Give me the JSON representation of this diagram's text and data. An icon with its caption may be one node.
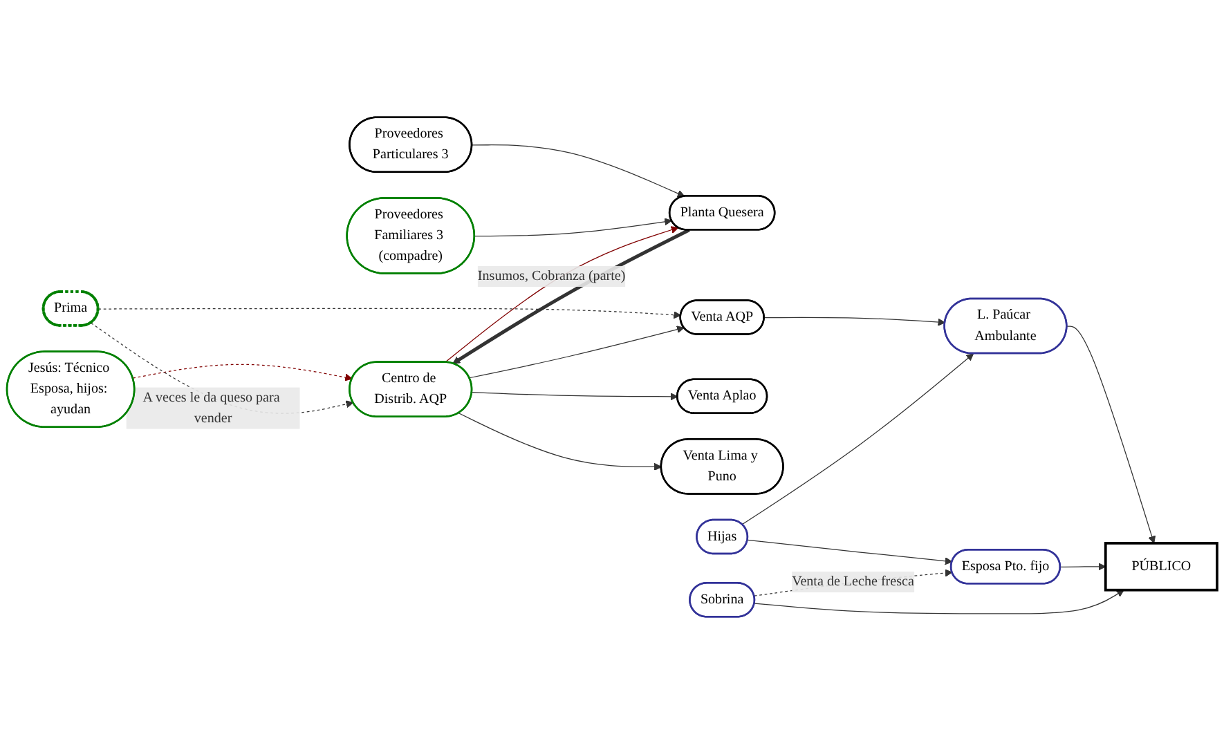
{
  "diagram": {
    "nodes": [
      {
        "text": [
          "Proveedores Particulares 3"
        ]
      },
      {
        "text": [
          "Proveedores Familiares 3 (compadre)"
        ]
      },
      {
        "text": [
          "Planta Quesera"
        ]
      },
      {
        "text": [
          "Jesús: Técnico Esposa, hijos: ayudan"
        ]
      },
      {
        "text": [
          "Centro de Distrib. AQP"
        ]
      },
      {
        "text": [
          "Prima"
        ]
      },
      {
        "text": [
          "Venta AQP"
        ]
      },
      {
        "text": [
          "Venta Aplao"
        ]
      },
      {
        "text": [
          "Venta Lima y Puno"
        ]
      },
      {
        "text": [
          "L. Paúcar Ambulante"
        ]
      },
      {
        "text": [
          "Hijas"
        ]
      },
      {
        "text": [
          "Esposa Pto. fijo"
        ]
      },
      {
        "text": [
          "Sobrina"
        ]
      },
      {
        "text": [
          "PÚBLICO"
        ]
      }
    ],
    "edges": [
      {
        "from": 0,
        "to": 2,
        "arrow": "to"
      },
      {
        "from": 1,
        "to": 2,
        "arrow": "to"
      },
      {
        "from": 2,
        "to": 4,
        "arrow": "to",
        "style": "thick"
      },
      {
        "from": 4,
        "to": 2,
        "arrow": "to",
        "label": "Insumos, Cobranza (parte)",
        "color": "#800000"
      },
      {
        "from": 3,
        "to": 4,
        "arrow": "to",
        "style": "dashed",
        "color": "#800000"
      },
      {
        "from": 5,
        "to": 4,
        "arrow": "to",
        "style": "dashed",
        "label": "A veces le da queso para vender"
      },
      {
        "from": 5,
        "to": 6,
        "arrow": "to",
        "style": "dashed"
      },
      {
        "from": 4,
        "to": 6,
        "arrow": "to"
      },
      {
        "from": 4,
        "to": 7,
        "arrow": "to"
      },
      {
        "from": 4,
        "to": 8,
        "arrow": "to"
      },
      {
        "from": 6,
        "to": 9,
        "arrow": "to"
      },
      {
        "from": 10,
        "to": 9,
        "arrow": "to"
      },
      {
        "from": 10,
        "to": 11,
        "arrow": "to"
      },
      {
        "from": 9,
        "to": 13,
        "arrow": "to"
      },
      {
        "from": 11,
        "to": 13,
        "arrow": "to"
      },
      {
        "from": 12,
        "to": 11,
        "arrow": "to",
        "style": "dashed",
        "label": "Venta de Leche fresca"
      },
      {
        "from": 12,
        "to": 13,
        "arrow": "to"
      }
    ]
  }
}
